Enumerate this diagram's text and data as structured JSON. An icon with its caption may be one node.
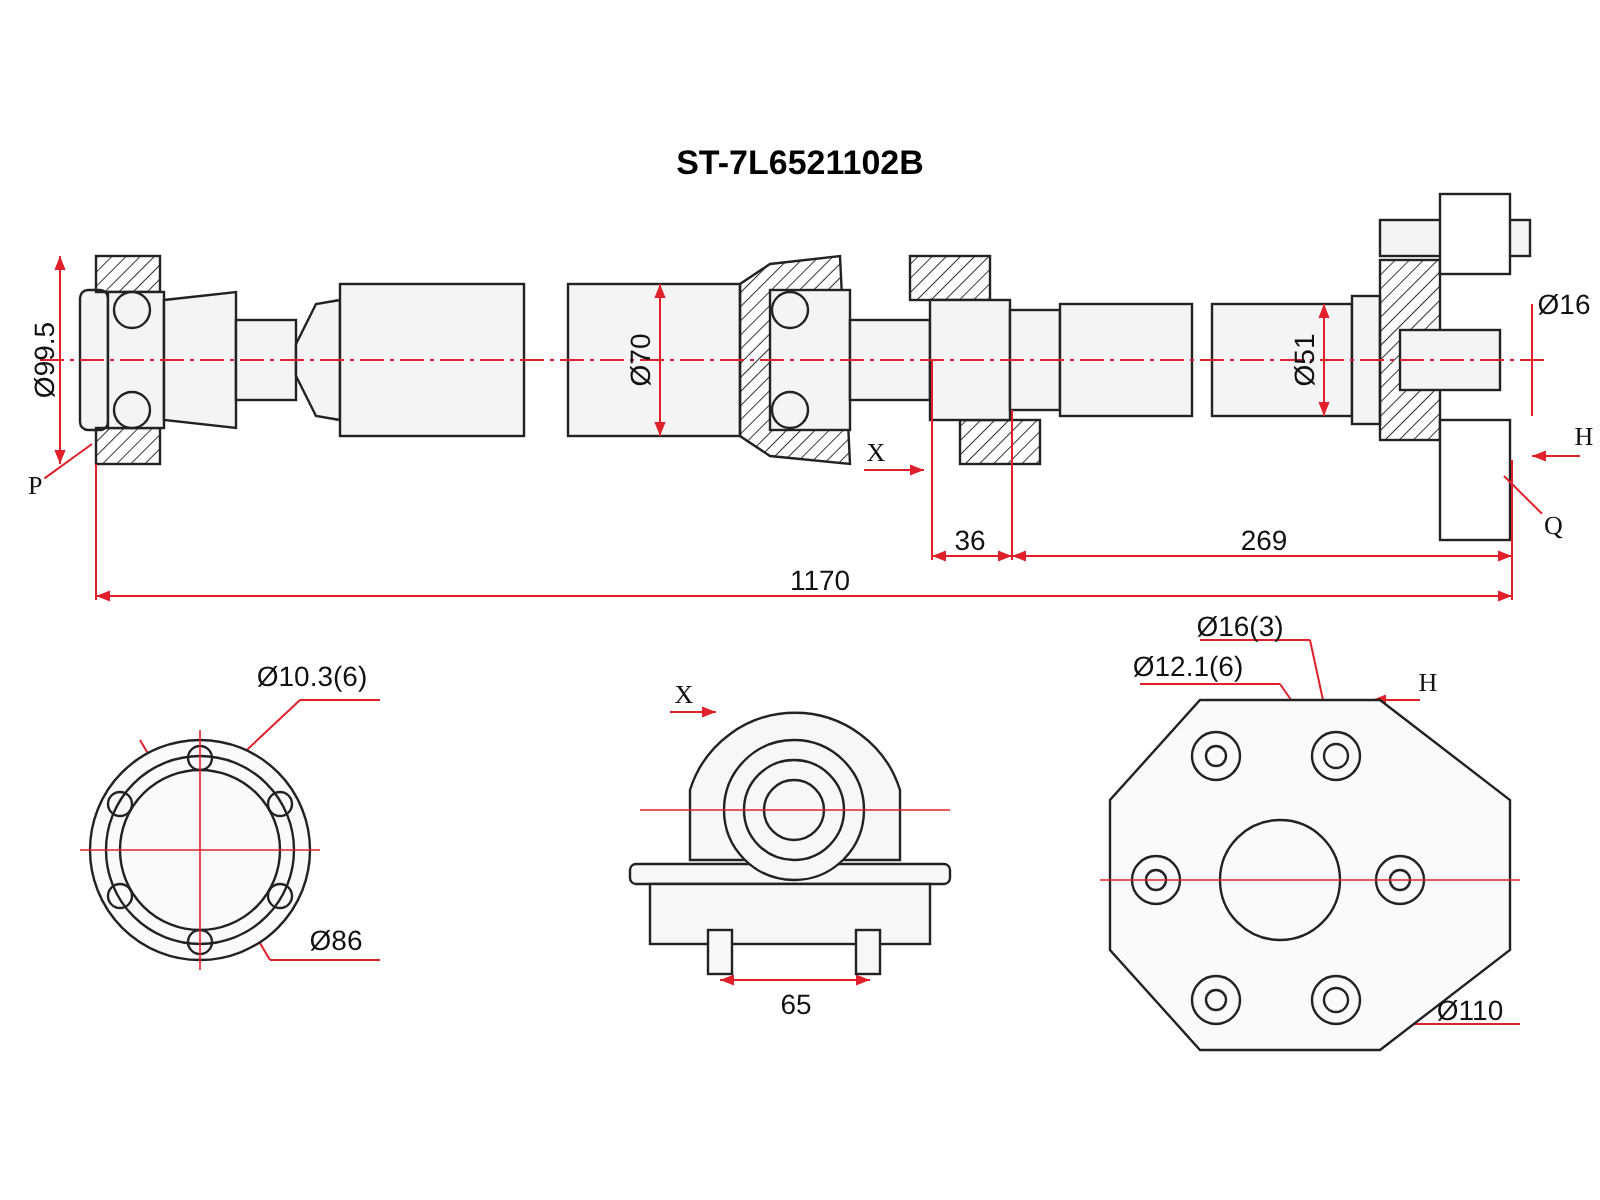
{
  "diagram": {
    "title": "ST-7L6521102B",
    "nodes": [
      {
        "text": [
          "P"
        ]
      },
      {
        "text": [
          "Q"
        ]
      }
    ],
    "edges": [
      {
        "from": 0,
        "to": null,
        "arrow": "none"
      },
      {
        "from": 1,
        "to": null,
        "arrow": "none"
      }
    ],
    "labels": [
      "Ø99.5",
      "Ø70",
      "Ø16",
      "Ø51",
      "X",
      "H",
      "36",
      "269",
      "1170",
      "Ø16(3)",
      "Ø10.3(6)",
      "Ø12.1(6)",
      "X",
      "H",
      "Ø86",
      "65",
      "Ø110"
    ]
  }
}
